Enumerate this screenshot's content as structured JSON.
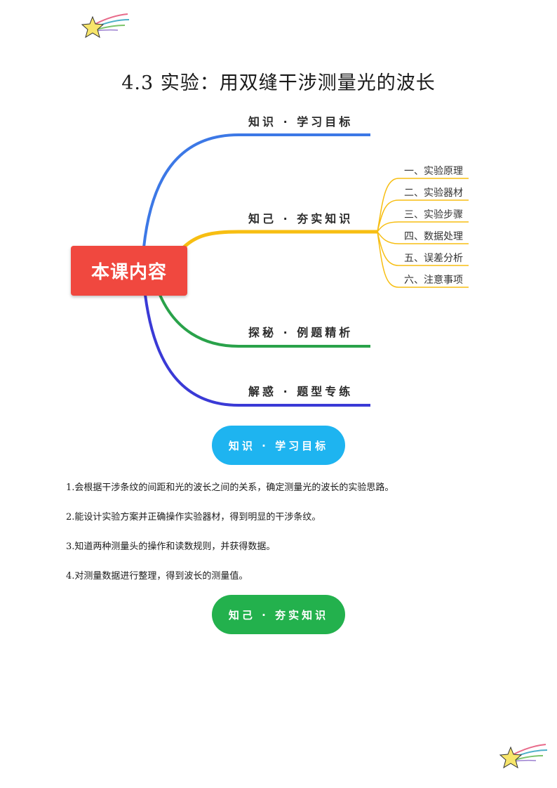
{
  "title": "4.3 实验：用双缝干涉测量光的波长",
  "mindmap": {
    "center": "本课内容",
    "branches": [
      {
        "label": "知识 · 学习目标",
        "color": "#3c78e6"
      },
      {
        "label": "知己 · 夯实知识",
        "color": "#f7be12"
      },
      {
        "label": "探秘 · 例题精析",
        "color": "#29a24a"
      },
      {
        "label": "解惑 · 题型专练",
        "color": "#3a3ad6"
      }
    ],
    "sub_items": [
      "一、实验原理",
      "二、实验器材",
      "三、实验步骤",
      "四、数据处理",
      "五、误差分析",
      "六、注意事项"
    ],
    "sub_color": "#f7be12"
  },
  "section_1": {
    "pill": "知识 · 学习目标",
    "pill_color": "#1eb4f0",
    "goals": [
      "1.会根据干涉条纹的间距和光的波长之间的关系，确定测量光的波长的实验思路。",
      "2.能设计实验方案并正确操作实验器材，得到明显的干涉条纹。",
      "3.知道两种测量头的操作和读数规则，并获得数据。",
      "4.对测量数据进行整理，得到波长的测量值。"
    ]
  },
  "section_2": {
    "pill": "知己 · 夯实知识",
    "pill_color": "#23b14d"
  },
  "decorations": {
    "top_icon": "shooting-star-icon",
    "bottom_icon": "shooting-star-icon",
    "star_color": "#f7e56b"
  }
}
